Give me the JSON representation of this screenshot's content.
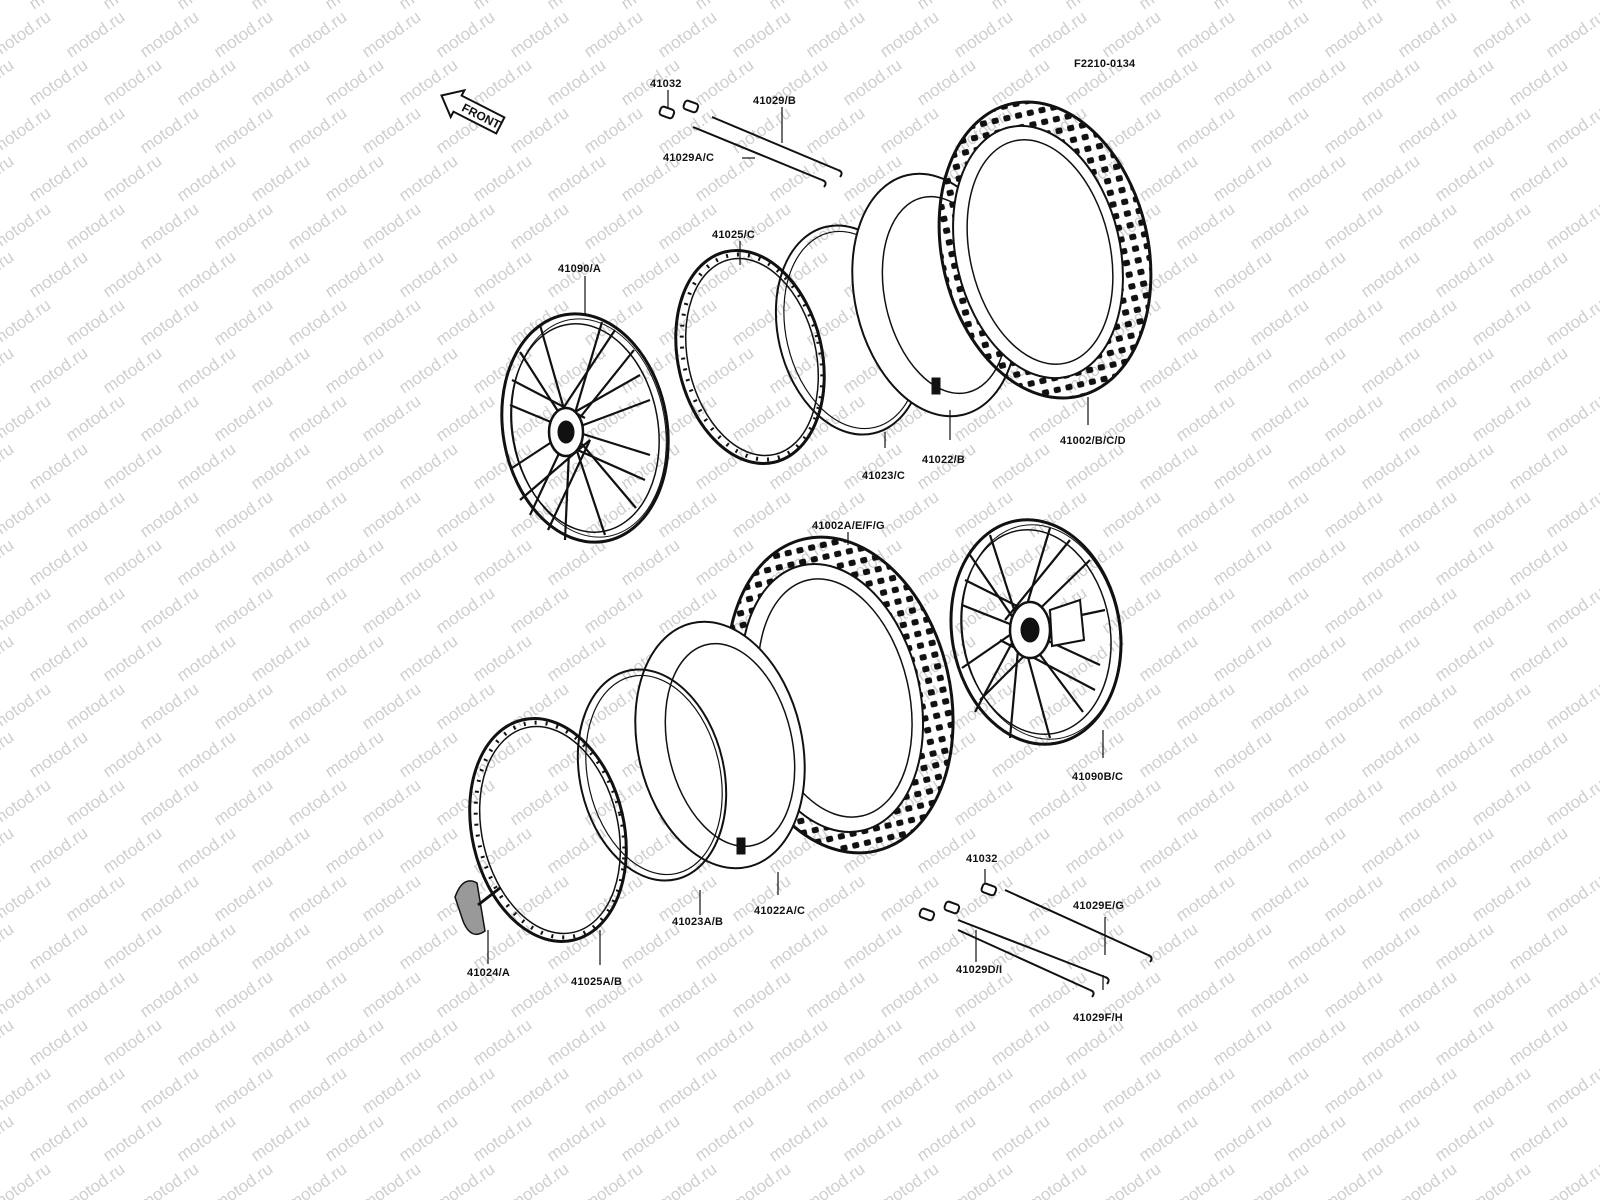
{
  "figure_code": "F2210-0134",
  "watermark": "motod.ru",
  "front_arrow_text": "FRONT",
  "labels": {
    "p41032_top": "41032",
    "p41029_b": "41029/B",
    "p41029_ac": "41029A/C",
    "p41025_c": "41025/C",
    "p41090_a": "41090/A",
    "p41023_c": "41023/C",
    "p41022_b": "41022/B",
    "p41002_bcd": "41002/B/C/D",
    "p41002_aefg": "41002A/E/F/G",
    "p41090_bc": "41090B/C",
    "p41032_bottom": "41032",
    "p41029_eg": "41029E/G",
    "p41029_di": "41029D/I",
    "p41029_fh": "41029F/H",
    "p41022_ac": "41022A/C",
    "p41023_ab": "41023A/B",
    "p41024_a": "41024/A",
    "p41025_ab": "41025A/B"
  }
}
